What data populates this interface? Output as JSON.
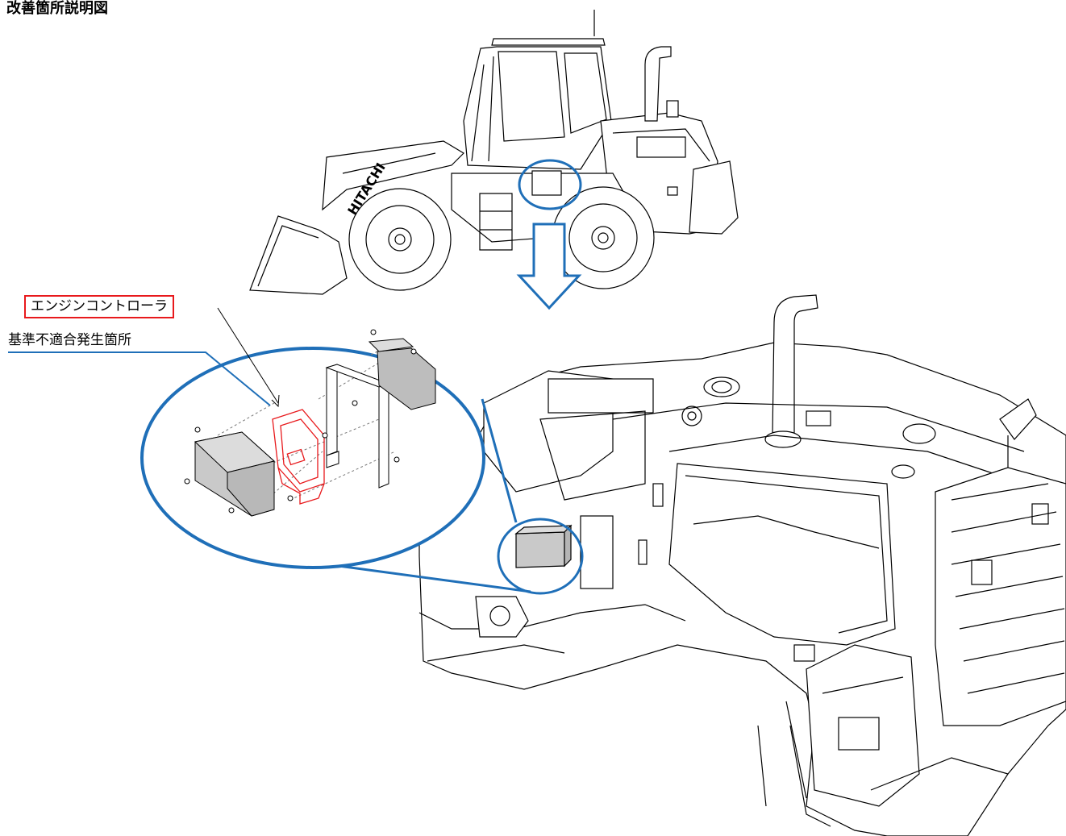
{
  "title": "改善箇所説明図",
  "labels": {
    "engine_controller": "エンジンコントローラ",
    "defect_location": "基準不適合発生箇所",
    "brand_mark": "HITACHI"
  },
  "colors": {
    "highlight_blue": "#1f6fb8",
    "ecu_red": "#e8191c",
    "line": "#000000",
    "cover_gray": "#c9c9c9"
  },
  "icons": {
    "down_arrow": "down-arrow-icon"
  }
}
